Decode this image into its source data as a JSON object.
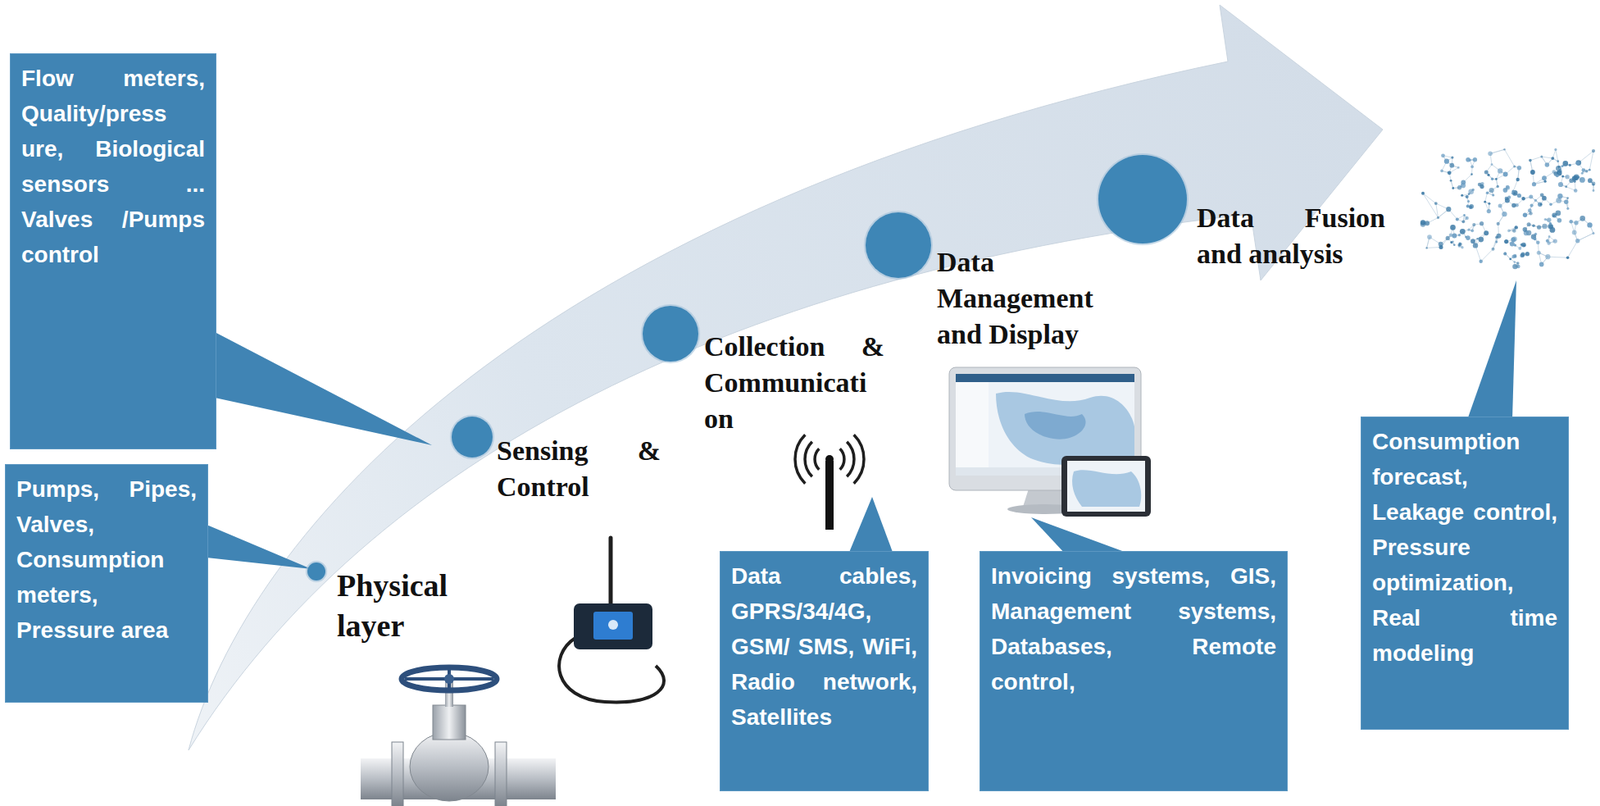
{
  "diagram": {
    "nodes": [
      {
        "text": [
          "Flow meters, Quality/press ure, Biological sensors ... Valves /Pumps control"
        ]
      },
      {
        "text": [
          "Pumps, Pipes, Valves, Consumption meters, Pressure area"
        ]
      },
      {
        "text": [
          "Physical layer"
        ]
      },
      {
        "text": [
          "Sensing & Control"
        ]
      },
      {
        "text": [
          "Collection & Communicati on"
        ]
      },
      {
        "text": [
          "Data cables, GPRS/34/4G, GSM/ SMS, WiFi, Radio network, Satellites"
        ]
      },
      {
        "text": [
          "Data Management and Display"
        ]
      },
      {
        "text": [
          "Invoicing systems, GIS, Management systems, Databases, Remote control,"
        ]
      },
      {
        "text": [
          "Data Fusion and analysis"
        ]
      },
      {
        "text": [
          "Consumption forecast, Leakage control, Pressure optimization, Real time modeling"
        ]
      }
    ]
  }
}
